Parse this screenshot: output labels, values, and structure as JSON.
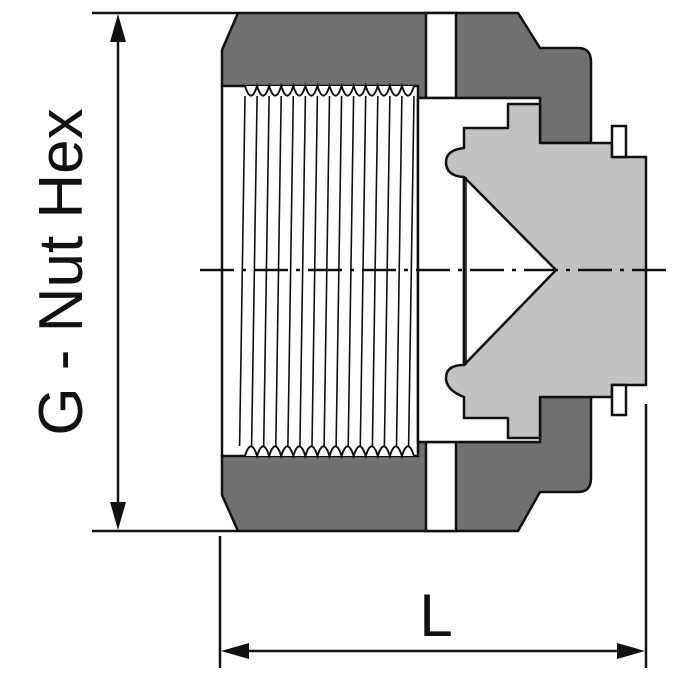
{
  "labels": {
    "height_dimension": "G - Nut Hex",
    "length_dimension": "L"
  },
  "colors": {
    "nut_body": "#707070",
    "insert_body": "#c2c2c4",
    "outline": "#111111",
    "background": "#ffffff"
  },
  "thread": {
    "crest_count": 14
  }
}
